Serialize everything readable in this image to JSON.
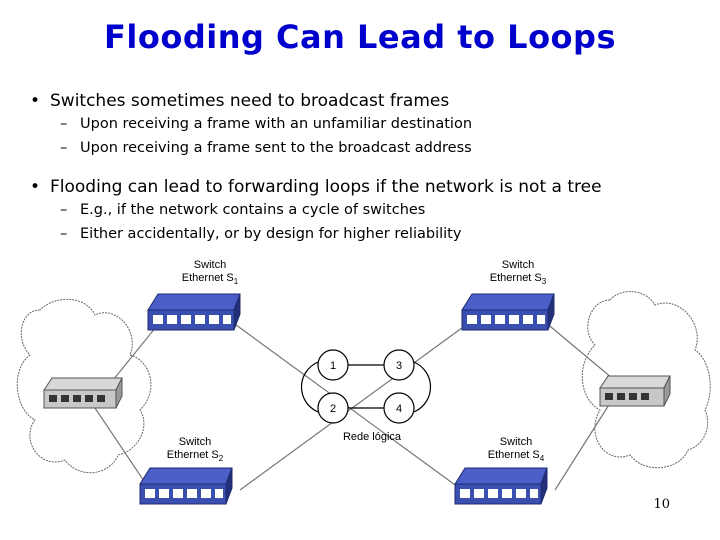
{
  "slide": {
    "title": "Flooding Can Lead to Loops",
    "page_number": "10",
    "bullets": [
      {
        "text": "Switches sometimes need to broadcast frames",
        "subs": [
          "Upon receiving a frame with an unfamiliar destination",
          "Upon receiving a frame sent to the broadcast address"
        ]
      },
      {
        "text": "Flooding can lead to forwarding loops if the network is not a tree",
        "subs": [
          "E.g., if the network contains a cycle of switches",
          "Either accidentally, or by design for higher reliability"
        ]
      }
    ]
  },
  "diagram": {
    "switches": [
      {
        "line1": "Switch",
        "line2": "Ethernet S",
        "sub": "1"
      },
      {
        "line1": "Switch",
        "line2": "Ethernet S",
        "sub": "3"
      },
      {
        "line1": "Switch",
        "line2": "Ethernet S",
        "sub": "2"
      },
      {
        "line1": "Switch",
        "line2": "Ethernet S",
        "sub": "4"
      }
    ],
    "logical_nodes": [
      "1",
      "3",
      "2",
      "4"
    ],
    "logical_caption": "Rede lógica",
    "colors": {
      "switch_body": "#3a4fb0",
      "switch_dark": "#22307a",
      "hub": "#b8b8b8",
      "title": "#0000cc"
    }
  }
}
